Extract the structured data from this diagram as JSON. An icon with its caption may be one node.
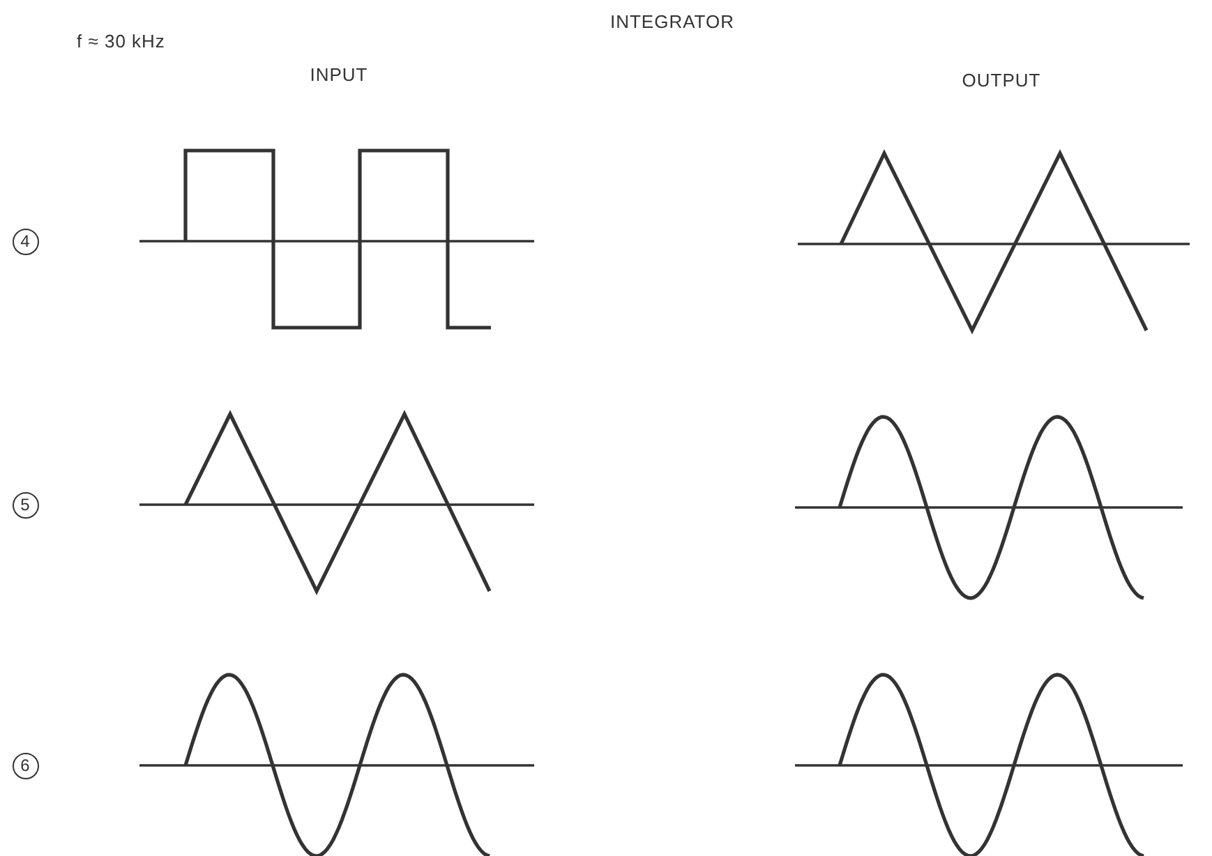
{
  "diagram": {
    "title": "INTEGRATOR",
    "nodes": [
      {
        "text": [
          "4"
        ]
      },
      {
        "text": [
          "5"
        ]
      },
      {
        "text": [
          "6"
        ]
      }
    ],
    "labels": [
      "f ≈ 30 kHz",
      "INPUT",
      "OUTPUT"
    ]
  }
}
